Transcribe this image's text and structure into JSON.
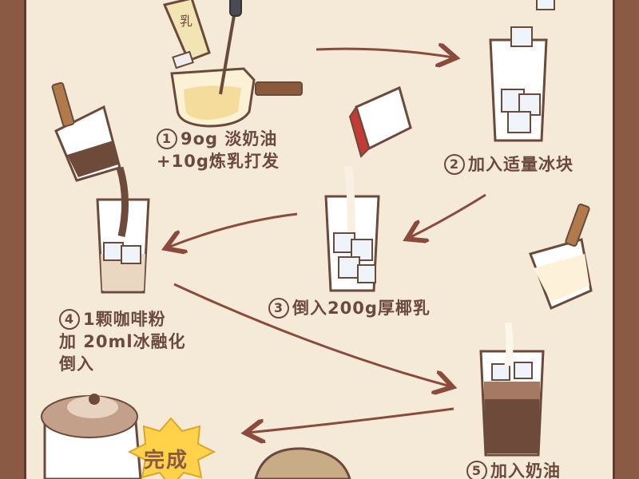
{
  "steps": [
    {
      "number": "1",
      "line1": "9og 淡奶油",
      "line2": "+10g炼乳打发"
    },
    {
      "number": "2",
      "line1": "加入适量冰块"
    },
    {
      "number": "3",
      "line1": "倒入200g厚椰乳"
    },
    {
      "number": "4",
      "line1": "1颗咖啡粉",
      "line2": "加 20ml冰融化",
      "line3": "倒入"
    },
    {
      "number": "5",
      "line1": "加入奶油"
    }
  ],
  "milk_carton_label": "乳",
  "badge_text": "完成",
  "colors": {
    "background": "#f5ead7",
    "frame": "#8a5a44",
    "outline": "#6b4a3c",
    "arrow": "#8a4a3c",
    "coffee": "#6e4a3a",
    "cream": "#fdf6ea",
    "badge": "#ffd24a"
  }
}
